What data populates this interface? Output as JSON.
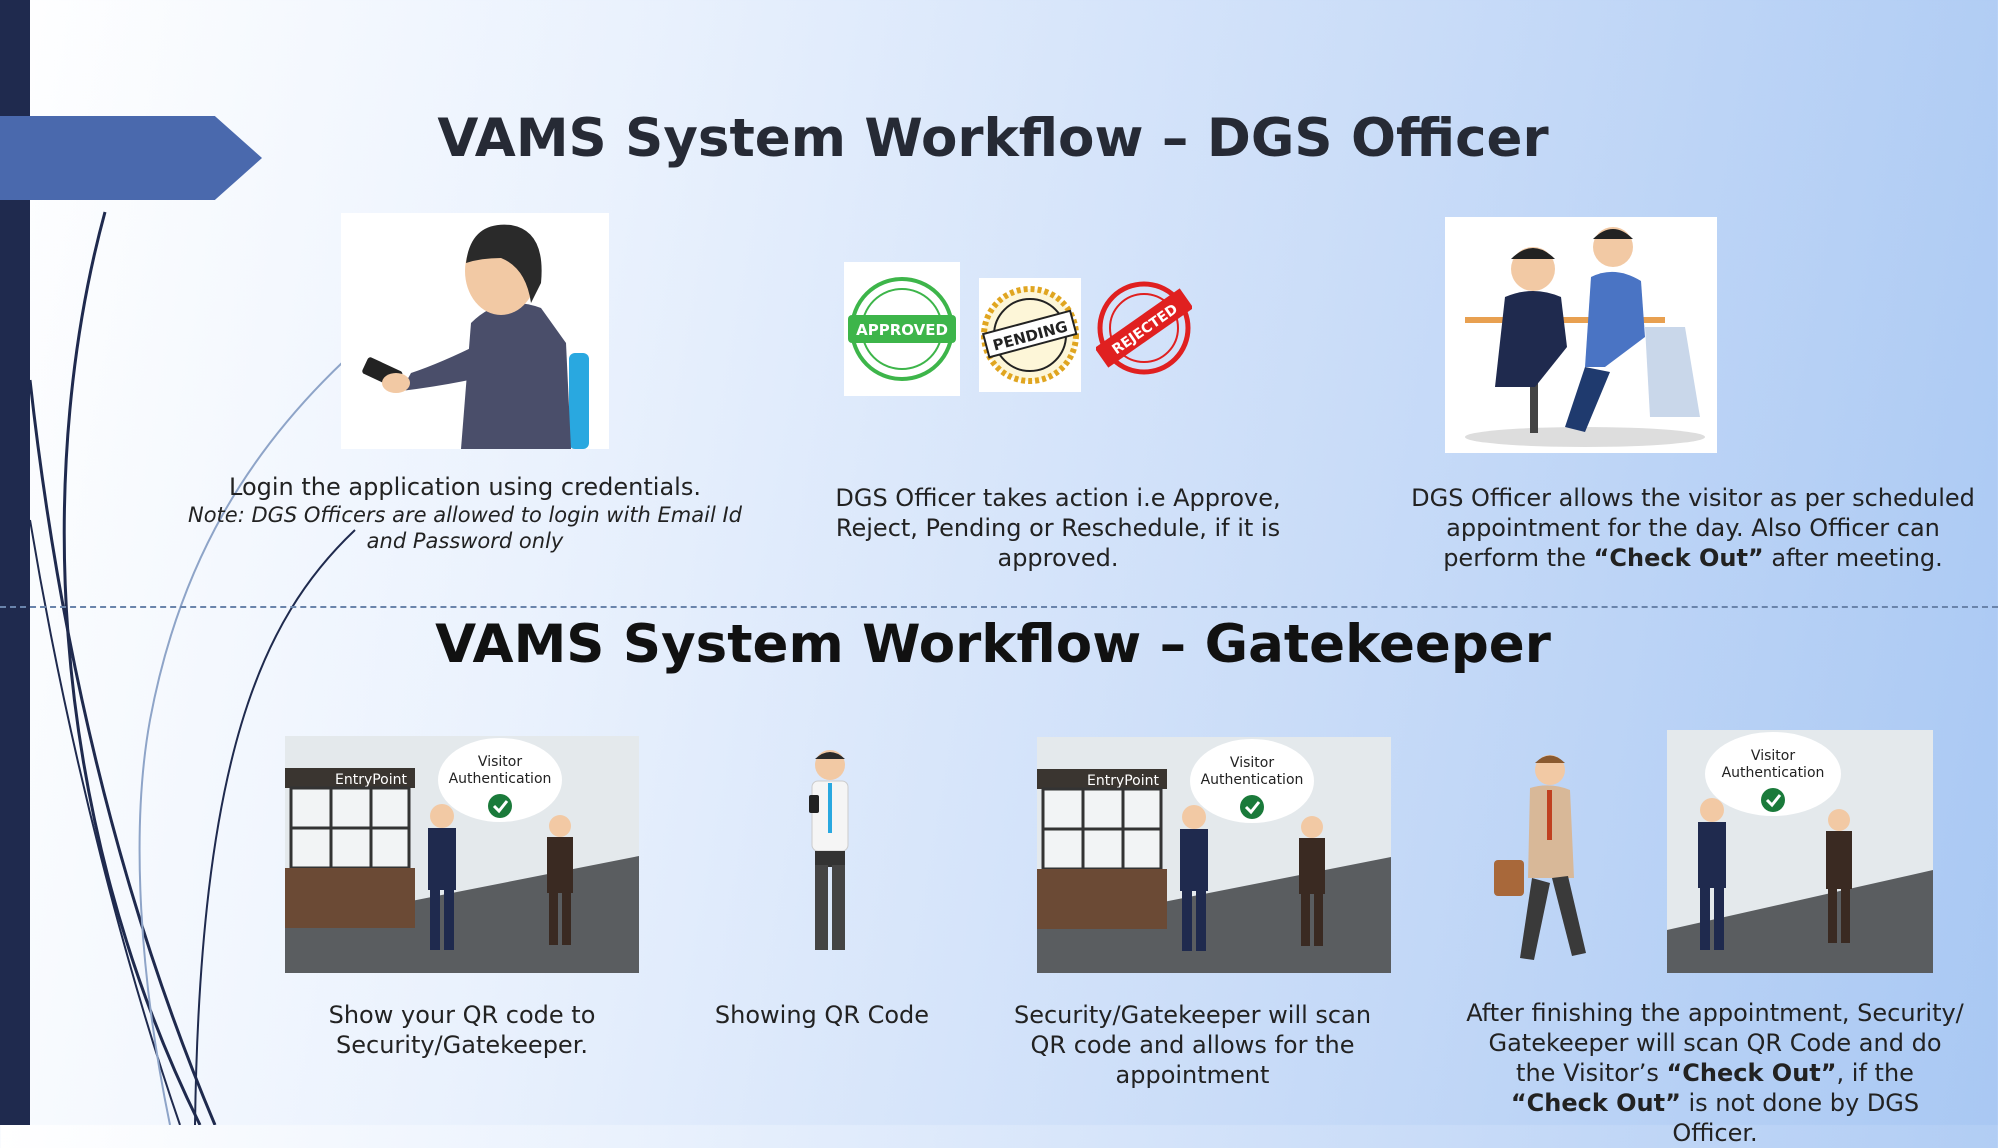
{
  "section1": {
    "title": "VAMS System Workflow – DGS Officer",
    "step1": {
      "caption": "Login the application using credentials.",
      "note": "Note: DGS Officers are allowed to login with Email Id and Password only",
      "image_icon": "person-using-phone-icon"
    },
    "step2": {
      "caption": "DGS Officer takes action i.e Approve, Reject, Pending or Reschedule, if it is approved.",
      "stamps": {
        "approved_text": "APPROVED",
        "pending_text": "PENDING",
        "rejected_text": "REJECTED"
      }
    },
    "step3": {
      "caption_part1": "DGS Officer allows the visitor as per scheduled appointment for the day. Also Officer can perform the ",
      "caption_bold": "“Check Out”",
      "caption_part2": " after meeting.",
      "image_icon": "meeting-people-icon"
    }
  },
  "section2": {
    "title": "VAMS System Workflow – Gatekeeper",
    "step1": {
      "caption": "Show your QR code to Security/Gatekeeper.",
      "sign_text": "EntryPoint",
      "bubble_line1": "Visitor",
      "bubble_line2": "Authentication"
    },
    "step2": {
      "caption": "Showing QR Code",
      "image_icon": "person-holding-phone-icon"
    },
    "step3": {
      "caption": "Security/Gatekeeper will scan QR code and allows for the appointment",
      "sign_text": "EntryPoint",
      "bubble_line1": "Visitor",
      "bubble_line2": "Authentication"
    },
    "step4": {
      "caption_part1": "After finishing the appointment, Security/ Gatekeeper will scan QR Code and do the Visitor’s ",
      "caption_bold1": "“Check Out”",
      "caption_part2": ", if the ",
      "caption_bold2": "“Check Out”",
      "caption_part3": " is not done by DGS Officer.",
      "bubble_line1": "Visitor",
      "bubble_line2": "Authentication"
    }
  },
  "colors": {
    "sidebar": "#1f2a4e",
    "arrow": "#4a69ad",
    "approved": "#3db54a",
    "pending": "#e0a520",
    "rejected": "#e02020"
  }
}
